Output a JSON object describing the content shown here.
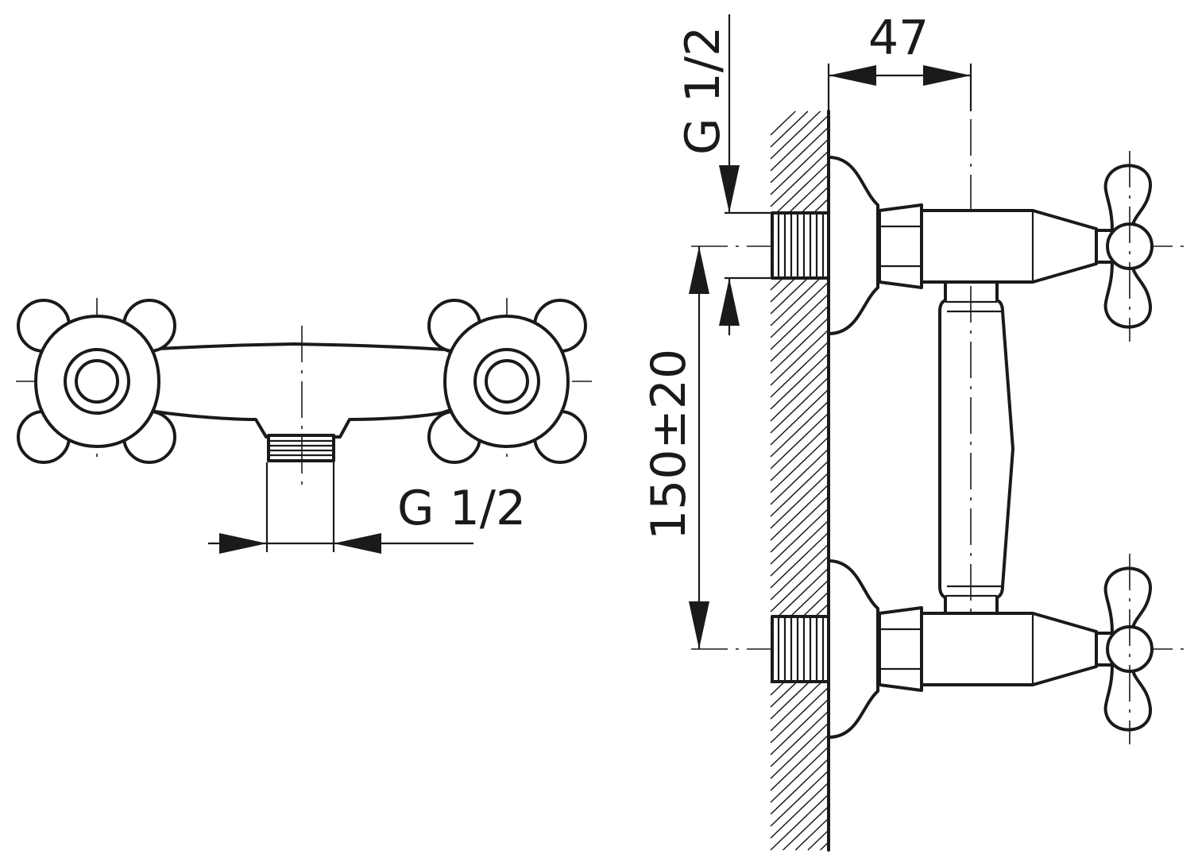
{
  "dimensions": {
    "front_outlet_thread": "G 1/2",
    "side_inlet_thread": "G 1/2",
    "depth": "47",
    "inlet_spacing": "150±20"
  }
}
